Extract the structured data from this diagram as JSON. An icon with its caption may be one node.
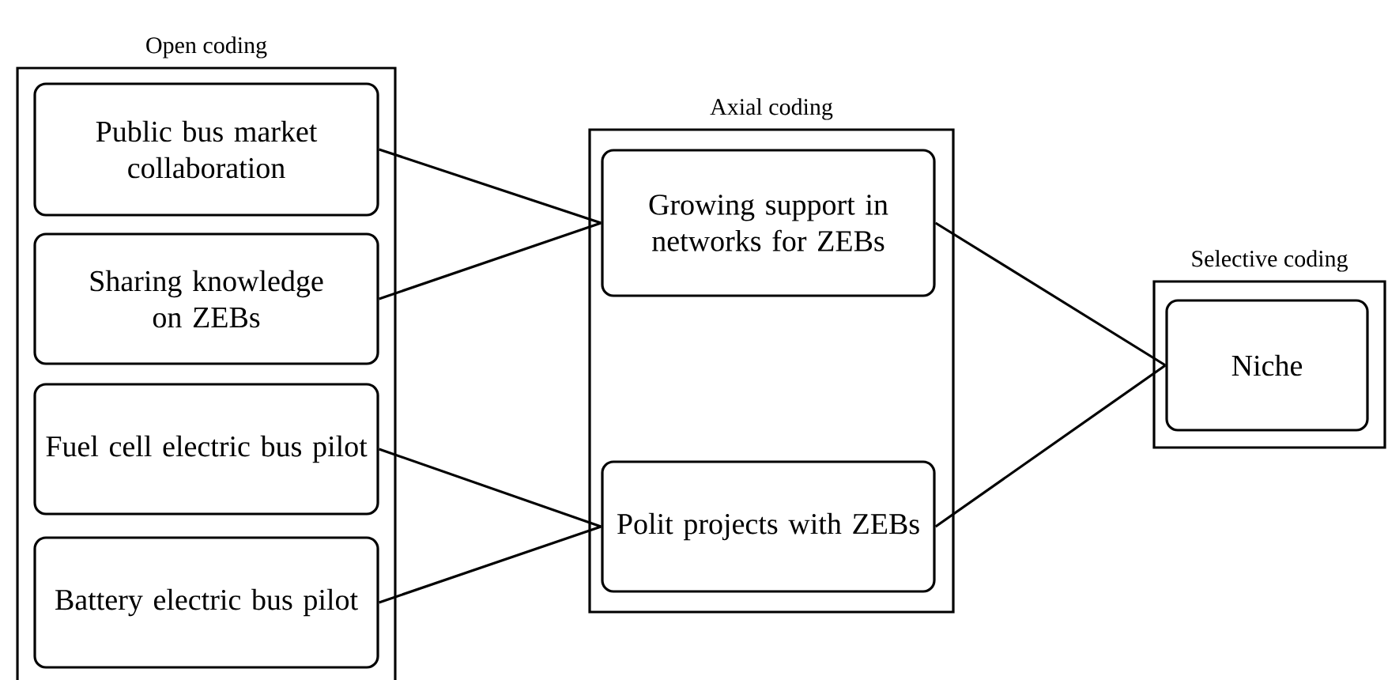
{
  "diagram": {
    "nodes": [
      {
        "text": [
          "Open coding"
        ]
      },
      {
        "text": [
          "Public bus market collaboration"
        ],
        "in": 0
      },
      {
        "text": [
          "Sharing knowledge on ZEBs"
        ],
        "in": 0
      },
      {
        "text": [
          "Fuel cell electric bus pilot"
        ],
        "in": 0
      },
      {
        "text": [
          "Battery electric bus pilot"
        ],
        "in": 0
      },
      {
        "text": [
          "Axial coding"
        ]
      },
      {
        "text": [
          "Growing support in networks for ZEBs"
        ],
        "in": 5
      },
      {
        "text": [
          "Polit projects with ZEBs"
        ],
        "in": 5
      },
      {
        "text": [
          "Selective coding"
        ]
      },
      {
        "text": [
          "Niche"
        ],
        "in": 8
      }
    ],
    "edges": [
      {
        "from": 1,
        "to": 6,
        "arrow": "none"
      },
      {
        "from": 2,
        "to": 6,
        "arrow": "none"
      },
      {
        "from": 3,
        "to": 7,
        "arrow": "none"
      },
      {
        "from": 4,
        "to": 7,
        "arrow": "none"
      },
      {
        "from": 6,
        "to": 9,
        "arrow": "none"
      },
      {
        "from": 7,
        "to": 9,
        "arrow": "none"
      }
    ]
  }
}
